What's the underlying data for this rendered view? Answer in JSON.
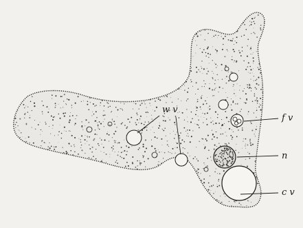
{
  "figure": {
    "labels": {
      "wv": "w v",
      "fv": "f v",
      "n": "n",
      "cv": "c v"
    },
    "colors": {
      "paper": "#f2f1ee",
      "body_fill": "#e9e8e4",
      "ink": "#1a1a1a",
      "shading": "#4a4a4a"
    }
  }
}
